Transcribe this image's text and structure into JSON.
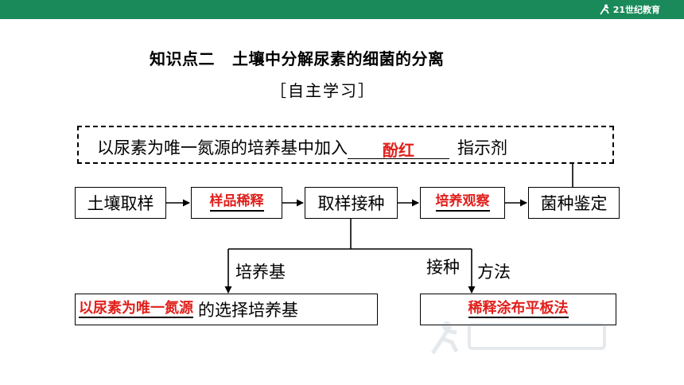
{
  "brand": {
    "logo_text": "21世纪教育",
    "color": "#1b8a5a"
  },
  "heading": {
    "part1": "知识点二",
    "part2": "土壤中分解尿素的细菌的分离"
  },
  "subheading": "［自主学习］",
  "indicator": {
    "prefix": "以尿素为唯一氮源的培养基中加入",
    "answer": "酚红",
    "suffix": "指示剂"
  },
  "flow": {
    "step1": "土壤取样",
    "step2": "样品稀释",
    "step3": "取样接种",
    "step4": "培养观察",
    "step5": "菌种鉴定"
  },
  "branch_left": {
    "label": "培养基",
    "answer": "以尿素为唯一氮源",
    "suffix": "的选择培养基"
  },
  "branch_right": {
    "label_prefix": "接种",
    "label_suffix": "方法",
    "answer": "稀释涂布平板法"
  },
  "colors": {
    "answer_red": "#e0201c"
  }
}
